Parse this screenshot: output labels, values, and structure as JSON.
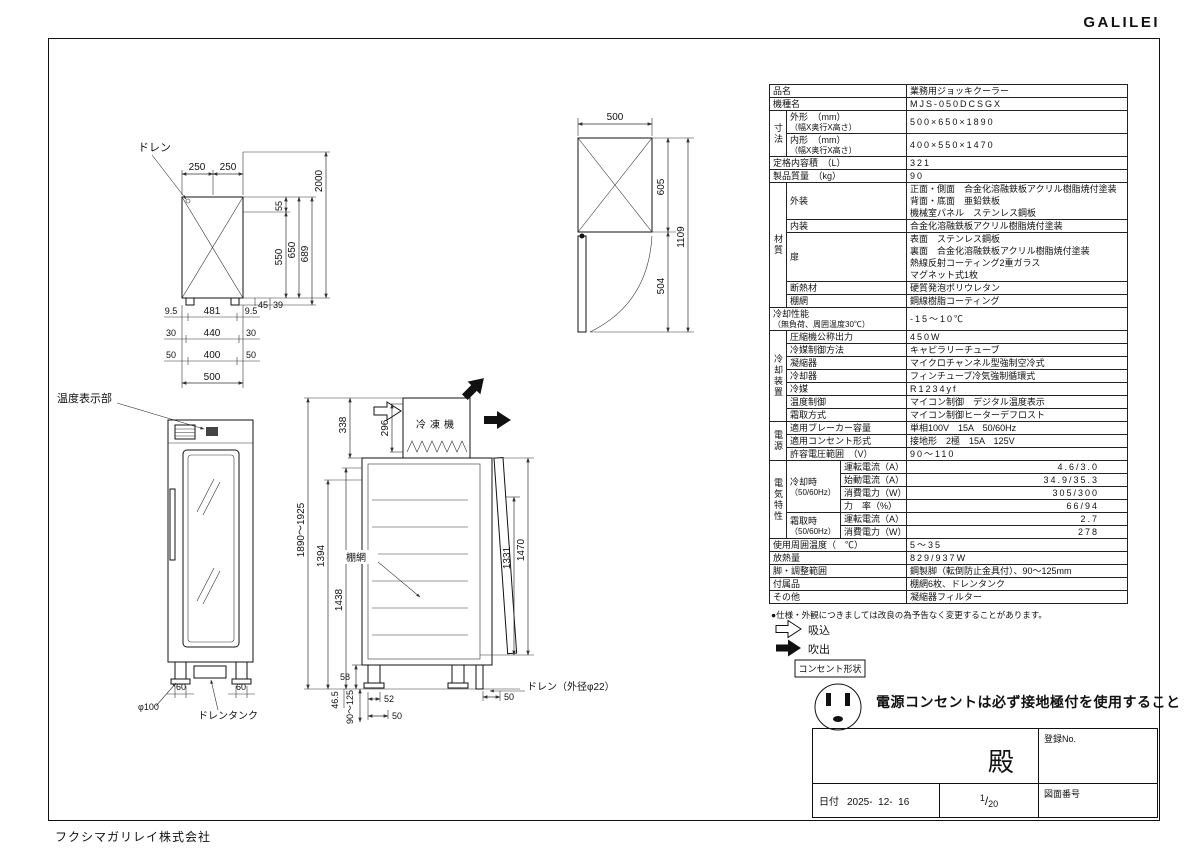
{
  "page": {
    "brand": "GALILEI",
    "company": "フクシマガリレイ株式会社"
  },
  "spec": {
    "groups": {
      "sunpo": "寸法",
      "zaishitsu": "材質",
      "reikyaku": "冷却装置",
      "dengen": "電源",
      "denki": "電気特性"
    },
    "rows": {
      "hinmei": {
        "label": "品名",
        "value": "業務用ジョッキクーラー"
      },
      "kishu": {
        "label": "機種名",
        "value": "MJS-050DCSGX"
      },
      "gaikei": {
        "label": "外形　（mm）",
        "label2": "（幅X奥行X高さ）",
        "value": "500×650×1890"
      },
      "naikei": {
        "label": "内形　（mm）",
        "label2": "（幅X奥行X高さ）",
        "value": "400×550×1470"
      },
      "naiyoseki": {
        "label": "定格内容積　（L）",
        "value": "321"
      },
      "shitsuryo": {
        "label": "製品質量　（kg）",
        "value": "90"
      },
      "gaiso": {
        "label": "外装",
        "lines": [
          "正面・側面　合金化溶融鉄板アクリル樹脂焼付塗装",
          "背面・底面　亜鉛鉄板",
          "機械室パネル　ステンレス鋼板"
        ]
      },
      "naiso": {
        "label": "内装",
        "value": "合金化溶融鉄板アクリル樹脂焼付塗装"
      },
      "tobira": {
        "label": "扉",
        "lines": [
          "表面　ステンレス鋼板",
          "裏面　合金化溶融鉄板アクリル樹脂焼付塗装",
          "熱線反射コーティング2重ガラス",
          "マグネット式1枚"
        ]
      },
      "dannetsu": {
        "label": "断熱材",
        "value": "硬質発泡ポリウレタン"
      },
      "tanaami": {
        "label": "棚網",
        "value": "鋼線樹脂コーティング"
      },
      "seino": {
        "label": "冷却性能",
        "label2": "（無負荷、周囲温度30℃）",
        "value": "-15〜10℃"
      },
      "asshukuki": {
        "label": "圧縮機公称出力",
        "value": "450W"
      },
      "reibai_seigyo": {
        "label": "冷媒制御方法",
        "value": "キャピラリーチューブ"
      },
      "gyoshukuki": {
        "label": "凝縮器",
        "value": "マイクロチャンネル型強制空冷式"
      },
      "reikyakuki": {
        "label": "冷却器",
        "value": "フィンチューブ冷気強制循環式"
      },
      "reibai": {
        "label": "冷媒",
        "value": "R1234yf"
      },
      "ondo": {
        "label": "温度制御",
        "value": "マイコン制御　デジタル温度表示"
      },
      "shimotori": {
        "label": "霜取方式",
        "value": "マイコン制御ヒーターデフロスト"
      },
      "breaker": {
        "label": "適用ブレーカー容量",
        "value": "単相100V　15A　50/60Hz"
      },
      "consent": {
        "label": "適用コンセント形式",
        "value": "接地形　2極　15A　125V"
      },
      "denatsu": {
        "label": "許容電圧範囲　（V）",
        "value": "90〜110"
      },
      "reikyakuji": {
        "label": "冷却時",
        "label2": "（50/60Hz）"
      },
      "unten1": {
        "label": "運転電流（A）",
        "value": "4.6/3.0"
      },
      "shido": {
        "label": "始動電流（A）",
        "value": "34.9/35.3"
      },
      "shohi1": {
        "label": "消費電力（W）",
        "value": "305/300"
      },
      "rikiritsu": {
        "label": "力　率（%）",
        "value": "66/94"
      },
      "shimotoriji": {
        "label": "霜取時",
        "label2": "（50/60Hz）"
      },
      "unten2": {
        "label": "運転電流（A）",
        "value": "2.7"
      },
      "shohi2": {
        "label": "消費電力（W）",
        "value": "278"
      },
      "shuui": {
        "label": "使用周囲温度（　℃）",
        "value": "5〜35"
      },
      "hanetsu": {
        "label": "放熱量",
        "value": "829/937W"
      },
      "ashi": {
        "label": "脚・調整範囲",
        "value": "鋼製脚（転倒防止金具付）、90〜125mm"
      },
      "fuzoku": {
        "label": "付属品",
        "value": "棚網6枚、ドレンタンク"
      },
      "sonota": {
        "label": "その他",
        "value": "凝縮器フィルター"
      }
    },
    "note": "●仕様・外観につきましては改良の為予告なく変更することがあります。"
  },
  "drawing": {
    "plan": {
      "drain_label": "ドレン",
      "top_a": "250",
      "top_b": "250",
      "height": "2000",
      "r1": "55",
      "r2": "550",
      "r3": "650",
      "r4": "689",
      "b1a": "9.5",
      "b1b": "481",
      "b1c": "9.5",
      "f1": "45",
      "f2": "39",
      "b2a": "30",
      "b2b": "440",
      "b2c": "30",
      "b3a": "50",
      "b3b": "400",
      "b3c": "50",
      "total": "500"
    },
    "front": {
      "display_label": "温度表示部",
      "leg_a": "60",
      "leg_b": "60",
      "foot_dia": "φ100",
      "tank_label": "ドレンタンク"
    },
    "side": {
      "machine_label": "冷凍機",
      "m1": "338",
      "m2": "296",
      "h_total": "1890〜1925",
      "h1": "1394",
      "h2": "1438",
      "shelf_label": "棚網",
      "h3": "1331",
      "h4": "1470",
      "g1": "58",
      "g2": "46.5",
      "g3": "90〜125",
      "g4": "52",
      "g5": "50",
      "g6": "50",
      "drain_label": "ドレン（外径φ22）"
    },
    "top": {
      "w": "500",
      "d1": "605",
      "d2": "1109",
      "d3": "504"
    }
  },
  "legend": {
    "suction": "吸込",
    "blow": "吹出"
  },
  "outlet": {
    "box_label": "コンセント形状",
    "warning": "電源コンセントは必ず接地極付を使用すること"
  },
  "titleblock": {
    "dono": "殿",
    "reg": "登録No.",
    "date_label": "日付",
    "date": "2025-  12-  16",
    "page_num": "1",
    "page_den": "20",
    "no_label": "図面番号"
  }
}
